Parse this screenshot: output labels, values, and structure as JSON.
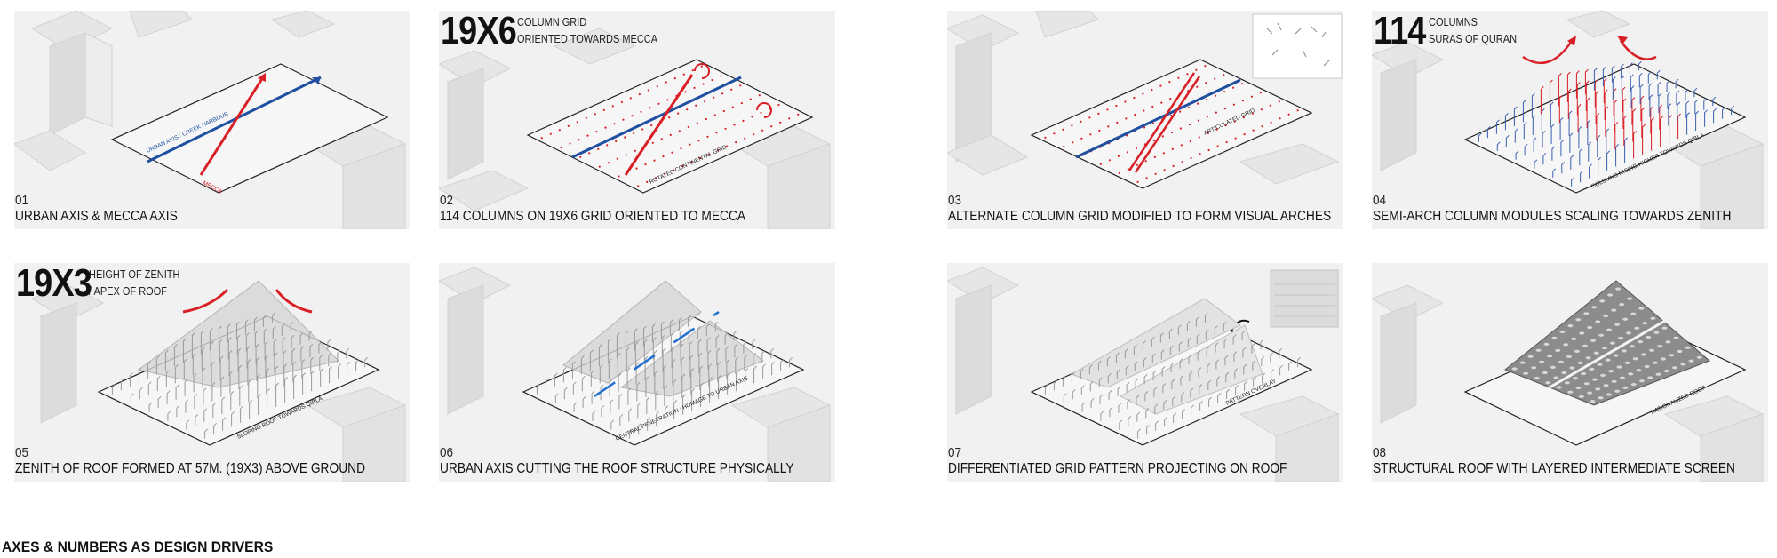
{
  "footer_title": "AXES & NUMBERS AS DESIGN DRIVERS",
  "panels": [
    {
      "number": "01",
      "caption": "URBAN AXIS & MECCA AXIS",
      "labels": [
        "URBAN AXIS : CREEK HARBOUR",
        "MECCA"
      ]
    },
    {
      "number": "02",
      "caption": "114 COLUMNS ON 19X6 GRID ORIENTED TO MECCA",
      "big": "19X6",
      "sub": [
        "COLUMN GRID",
        "ORIENTED TOWARDS MECCA"
      ],
      "labels": [
        "ROTATED CONTINENTAL GRID"
      ]
    },
    {
      "number": "03",
      "caption": "ALTERNATE COLUMN GRID MODIFIED TO FORM VISUAL ARCHES",
      "labels": [
        "ARTICULATED GRID"
      ]
    },
    {
      "number": "04",
      "caption": "SEMI-ARCH COLUMN MODULES SCALING TOWARDS ZENITH",
      "big": "114",
      "sub": [
        "COLUMNS",
        "SURAS OF QURAN"
      ],
      "labels": [
        "COLUMNS RISING HIGHER TOWARDS QIBLA"
      ]
    },
    {
      "number": "05",
      "caption": "ZENITH OF ROOF FORMED AT 57M. (19X3) ABOVE GROUND",
      "big": "19X3",
      "sub": [
        "HEIGHT OF ZENITH",
        "/ APEX OF ROOF"
      ],
      "labels": [
        "SLOPING ROOF TOWARDS QIBLA"
      ]
    },
    {
      "number": "06",
      "caption": "URBAN AXIS CUTTING THE ROOF STRUCTURE PHYSICALLY",
      "labels": [
        "CENTRAL PENETRATION : HOMAGE TO URBAN AXIS"
      ]
    },
    {
      "number": "07",
      "caption": "DIFFERENTIATED GRID PATTERN PROJECTING ON ROOF",
      "labels": [
        "PATTERN OVERLAY"
      ]
    },
    {
      "number": "08",
      "caption": "STRUCTURAL ROOF WITH LAYERED INTERMEDIATE SCREEN",
      "labels": [
        "RATIONALIZED ROOF"
      ]
    }
  ]
}
